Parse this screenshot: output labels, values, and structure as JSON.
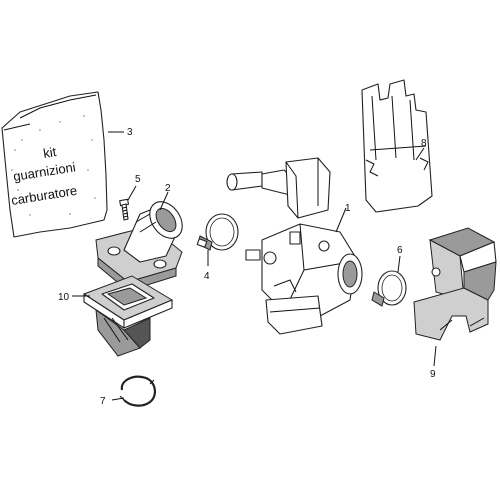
{
  "kit_text": {
    "line1": "kit",
    "line2": "guarnizioni",
    "line3": "carburatore"
  },
  "callouts": [
    {
      "id": "1",
      "text": "1"
    },
    {
      "id": "2",
      "text": "2"
    },
    {
      "id": "3",
      "text": "3"
    },
    {
      "id": "4",
      "text": "4"
    },
    {
      "id": "5",
      "text": "5"
    },
    {
      "id": "6",
      "text": "6"
    },
    {
      "id": "7",
      "text": "7"
    },
    {
      "id": "8",
      "text": "8"
    },
    {
      "id": "9",
      "text": "9"
    },
    {
      "id": "10",
      "text": "10"
    }
  ],
  "colors": {
    "line": "#111111",
    "shade": "#9a9a9a",
    "background": "#ffffff"
  }
}
